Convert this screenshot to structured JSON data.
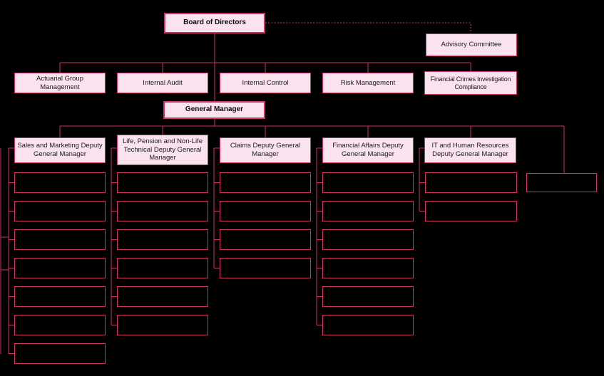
{
  "diagram": {
    "type": "organization-chart",
    "background_color": "#000000",
    "node_fill_color": "#fae3ee",
    "node_border_color": "#c9336a",
    "connector_color": "#d1325f",
    "advisory_link_style": "dotted",
    "nodes": {
      "board_of_directors": "Board of Directors",
      "advisory_committee": "Advisory Committee",
      "actuarial_group_management": "Actuarial Group Management",
      "internal_audit": "Internal Audit",
      "internal_control": "Internal Control",
      "risk_management": "Risk Management",
      "financial_crimes_investigation_compliance": "Financial Crimes Investigation Compliance",
      "general_manager": "General Manager",
      "sales_marketing_deputy": "Sales and Marketing Deputy General Manager",
      "life_pension_deputy": "Life, Pension and Non-Life Technical Deputy General Manager",
      "claims_deputy": "Claims Deputy General Manager",
      "financial_affairs_deputy": "Financial Affairs Deputy General Manager",
      "it_hr_deputy": "IT and Human Resources Deputy General Manager"
    },
    "unlabeled_position_boxes": {
      "under_sales_marketing_deputy": 7,
      "under_life_pension_deputy": 6,
      "under_claims_deputy": 4,
      "under_financial_affairs_deputy": 6,
      "under_it_hr_deputy": 2,
      "under_general_manager_direct": 1
    }
  }
}
